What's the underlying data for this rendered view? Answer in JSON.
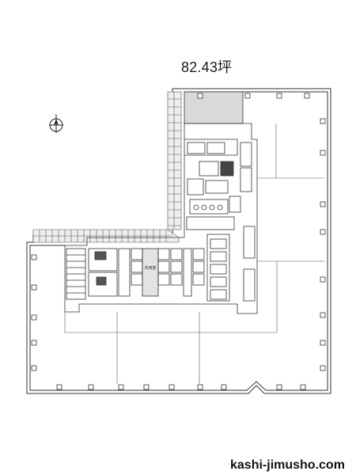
{
  "floor_plan": {
    "area_label": "82.43坪",
    "core_label": "共用部",
    "north_label": "N"
  },
  "footer": {
    "site": "kashi-jimusho.com"
  },
  "colors": {
    "line": "#333333",
    "highlight": "#d9d9d9",
    "dark_fill": "#444444",
    "hatch": "#555555"
  }
}
